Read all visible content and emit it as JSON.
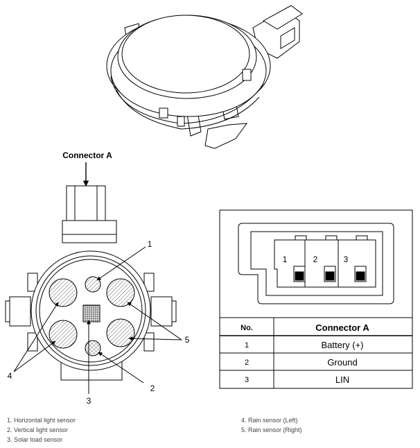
{
  "connector_title": "Connector A",
  "callouts": [
    "1",
    "2",
    "3",
    "4",
    "5"
  ],
  "pin_numbers": [
    "1",
    "2",
    "3"
  ],
  "table": {
    "headers": [
      "No.",
      "Connector A"
    ],
    "rows": [
      [
        "1",
        "Battery (+)"
      ],
      [
        "2",
        "Ground"
      ],
      [
        "3",
        "LIN"
      ]
    ]
  },
  "legend": {
    "left": [
      "1. Horizontal light sensor",
      "2. Vertical light sensor",
      "3. Solar load sensor"
    ],
    "right": [
      "4. Rain sensor (Left)",
      "5. Rain sensor (Right)"
    ]
  },
  "colors": {
    "line": "#000000",
    "background": "#ffffff",
    "legend_text": "#444444"
  }
}
